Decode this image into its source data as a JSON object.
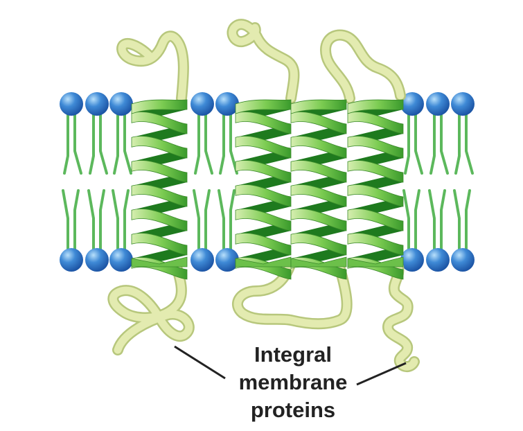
{
  "diagram": {
    "subject": "lipid bilayer with integral membrane proteins",
    "label": {
      "lines": [
        "Integral",
        "membrane",
        "proteins"
      ]
    },
    "colors": {
      "lipid_head": "#2f74c8",
      "lipid_head_highlight": "#9fd0f5",
      "lipid_tail": "#5cb85c",
      "helix_light": "#c8e6a0",
      "helix_mid": "#6cc04a",
      "helix_dark": "#1e7a1e",
      "loop": "#e3ebb0",
      "loop_edge": "#b7c77c",
      "leader_line": "#222222",
      "label_text": "#222222"
    },
    "icons": {
      "lipid": "phospholipid-icon",
      "protein": "alpha-helix-icon"
    }
  }
}
